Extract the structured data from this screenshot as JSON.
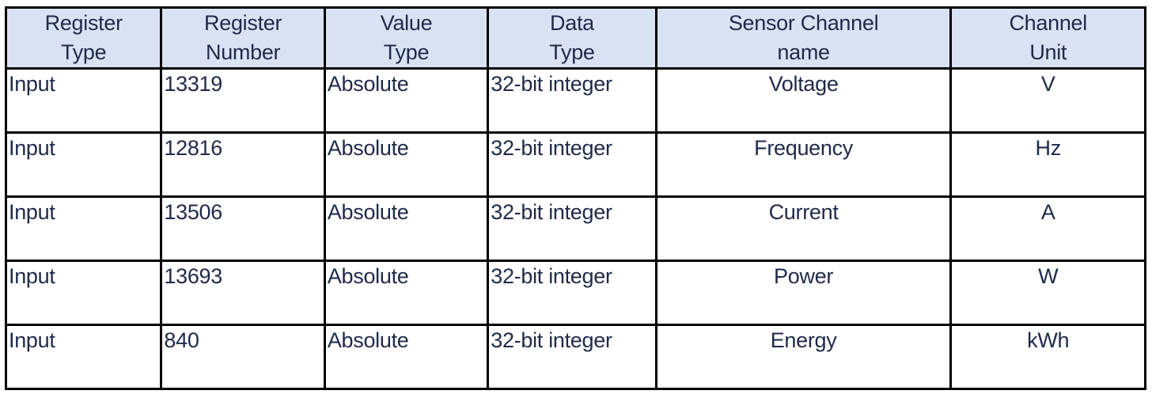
{
  "colors": {
    "header_bg": "#d9e2f3",
    "text": "#1f2a4a",
    "border": "#000000",
    "page_bg": "#ffffff"
  },
  "table": {
    "headers": [
      {
        "line1": "Register",
        "line2": "Type"
      },
      {
        "line1": "Register",
        "line2": "Number"
      },
      {
        "line1": "Value",
        "line2": "Type"
      },
      {
        "line1": "Data",
        "line2": "Type"
      },
      {
        "line1": "Sensor Channel",
        "line2": "name"
      },
      {
        "line1": "Channel",
        "line2": "Unit"
      }
    ],
    "rows": [
      {
        "register_type": "Input",
        "register_number": "13319",
        "value_type": "Absolute",
        "data_type": "32-bit integer",
        "sensor_channel_name": "Voltage",
        "channel_unit": "V"
      },
      {
        "register_type": "Input",
        "register_number": "12816",
        "value_type": "Absolute",
        "data_type": "32-bit integer",
        "sensor_channel_name": "Frequency",
        "channel_unit": "Hz"
      },
      {
        "register_type": "Input",
        "register_number": "13506",
        "value_type": "Absolute",
        "data_type": "32-bit integer",
        "sensor_channel_name": "Current",
        "channel_unit": "A"
      },
      {
        "register_type": "Input",
        "register_number": "13693",
        "value_type": "Absolute",
        "data_type": "32-bit integer",
        "sensor_channel_name": "Power",
        "channel_unit": "W"
      },
      {
        "register_type": "Input",
        "register_number": "840",
        "value_type": "Absolute",
        "data_type": "32-bit integer",
        "sensor_channel_name": "Energy",
        "channel_unit": "kWh"
      }
    ]
  }
}
